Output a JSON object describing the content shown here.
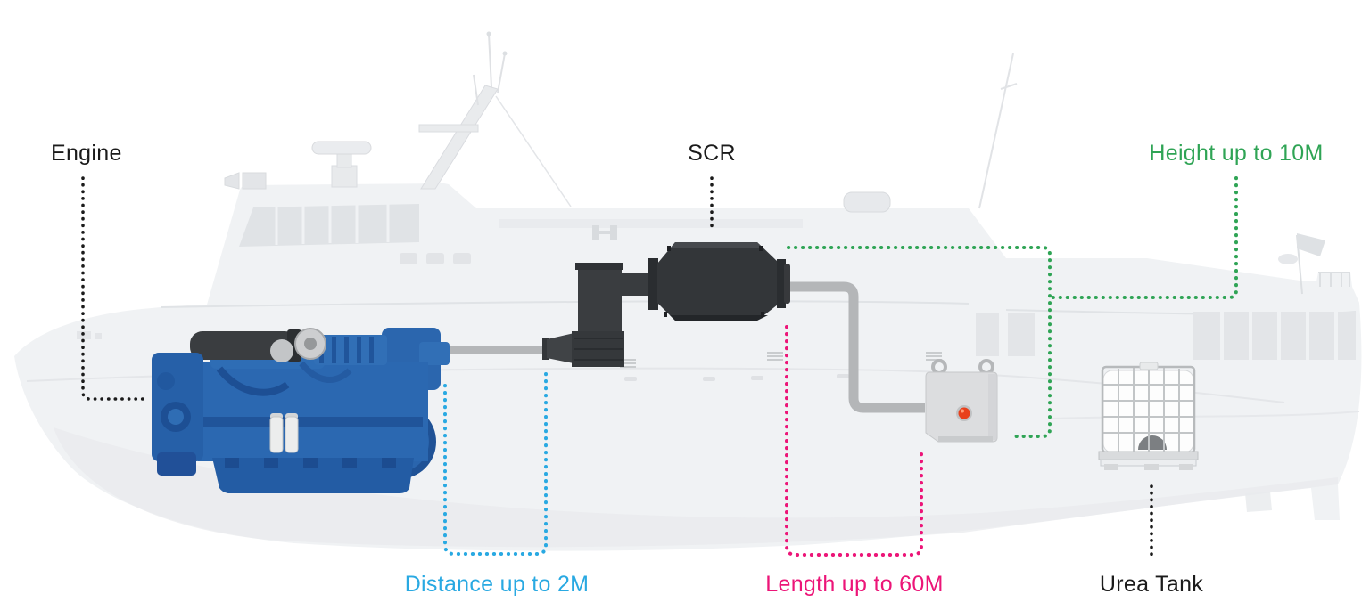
{
  "diagram": {
    "labels": {
      "engine": "Engine",
      "scr": "SCR",
      "urea_tank": "Urea Tank"
    },
    "measurements": {
      "distance": {
        "text": "Distance up to 2M",
        "color": "#29A9E2"
      },
      "length": {
        "text": "Length up to 60M",
        "color": "#EC1578"
      },
      "height": {
        "text": "Height up to 10M",
        "color": "#2FA455"
      }
    },
    "colors": {
      "label": "#1B1B1B",
      "pointer_dots": "#1B1B1B",
      "ship_body": "#F0F2F4",
      "engine_blue": "#2B68B1",
      "scr_dark": "#333639",
      "pipe_gray": "#B4B6B8",
      "dosing_button": "#E8401C"
    }
  }
}
